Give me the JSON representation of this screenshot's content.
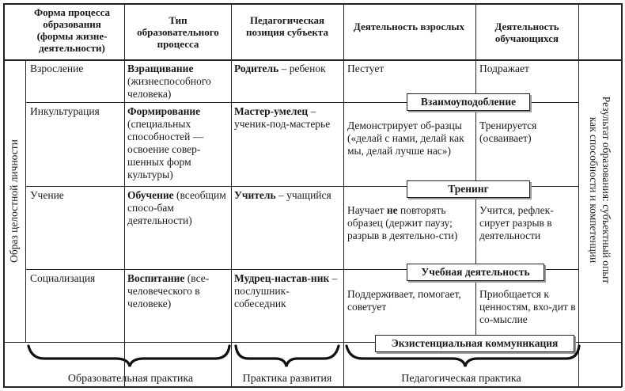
{
  "headers": {
    "col1": "Форма процесса образования (формы жизне-деятельности)",
    "col2": "Тип образовательного процесса",
    "col3": "Педагогическая позиция субъекта",
    "col4": "Деятельность взрослых",
    "col5": "Деятельность обучающихся"
  },
  "left_vertical": "Образ целостной личности",
  "right_vertical": {
    "line1": "Результат образования: субъектный опыт",
    "line2": "как способности и компетенции"
  },
  "rows": [
    {
      "form": "Взросление",
      "type_bold": "Взращивание",
      "type_rest": " (жизнеспособного человека)",
      "position_bold": "Родитель",
      "position_rest": " – ребенок",
      "adults": "Пестует",
      "learners": "Подражает"
    },
    {
      "form": "Инкультурация",
      "type_bold": "Формирование",
      "type_rest": " (специальных способностей — освоение совер-шенных форм культуры)",
      "position_bold": "Мастер-умелец",
      "position_rest": " – ученик-под-мастерье",
      "adults": "Демонстрирует об-разцы («делай с нами, делай как мы, делай лучше нас»)",
      "learners": "Тренируется (осваивает)"
    },
    {
      "form": "Учение",
      "type_bold": "Обучение",
      "type_rest": " (всеобщим спосо-бам деятельности)",
      "position_bold": "Учитель",
      "position_rest": " – учащийся",
      "adults_pre": "Научает ",
      "adults_bold": "не",
      "adults_post": " повторять образец (держит паузу; разрыв в деятельно-сти)",
      "learners": "Учится, рефлек-сирует разрыв в деятельности"
    },
    {
      "form": "Социализация",
      "type_bold": "Воспитание",
      "type_rest": " (все-человеческого в человеке)",
      "position_bold": "Мудрец-настав-ник",
      "position_rest": " – послушник-собеседник",
      "adults": "Поддерживает, помогает, советует",
      "learners": "Приобщается к ценностям, вхо-дит в со-мыслие"
    }
  ],
  "boxes": {
    "b1": "Взаимоуподобление",
    "b2": "Тренинг",
    "b3": "Учебная деятельность",
    "b4": "Экзистенциальная коммуникация"
  },
  "footer": {
    "f1": "Образовательная практика",
    "f2": "Практика развития",
    "f3": "Педагогическая практика"
  }
}
